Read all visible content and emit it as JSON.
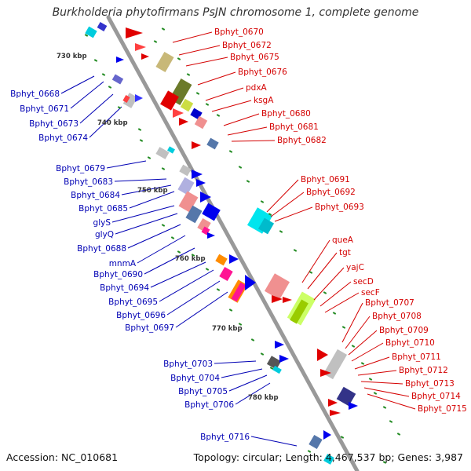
{
  "title": "Burkholderia phytofirmans PsJN chromosome 1, complete genome",
  "accession": "Accession: NC_010681",
  "summary": "Topology: circular; Length: 4,467,537 bp; Genes: 3,987",
  "colors": {
    "backbone": "#999999",
    "label_right": "#d40000",
    "label_left": "#0000b4",
    "tick_dot": "#228b22"
  },
  "ticks": [
    "730 kbp",
    "740 kbp",
    "750 kbp",
    "760 kbp",
    "770 kbp",
    "780 kbp"
  ],
  "right_labels": [
    "Bphyt_0670",
    "Bphyt_0672",
    "Bphyt_0675",
    "Bphyt_0676",
    "pdxA",
    "ksgA",
    "Bphyt_0680",
    "Bphyt_0681",
    "Bphyt_0682",
    "Bphyt_0691",
    "Bphyt_0692",
    "Bphyt_0693",
    "queA",
    "tgt",
    "yajC",
    "secD",
    "secF",
    "Bphyt_0707",
    "Bphyt_0708",
    "Bphyt_0709",
    "Bphyt_0710",
    "Bphyt_0711",
    "Bphyt_0712",
    "Bphyt_0713",
    "Bphyt_0714",
    "Bphyt_0715"
  ],
  "left_labels": [
    "Bphyt_0668",
    "Bphyt_0671",
    "Bphyt_0673",
    "Bphyt_0674",
    "Bphyt_0679",
    "Bphyt_0683",
    "Bphyt_0684",
    "Bphyt_0685",
    "glyS",
    "glyQ",
    "Bphyt_0688",
    "mnmA",
    "Bphyt_0690",
    "Bphyt_0694",
    "Bphyt_0695",
    "Bphyt_0696",
    "Bphyt_0697",
    "Bphyt_0703",
    "Bphyt_0704",
    "Bphyt_0705",
    "Bphyt_0706",
    "Bphyt_0716"
  ]
}
